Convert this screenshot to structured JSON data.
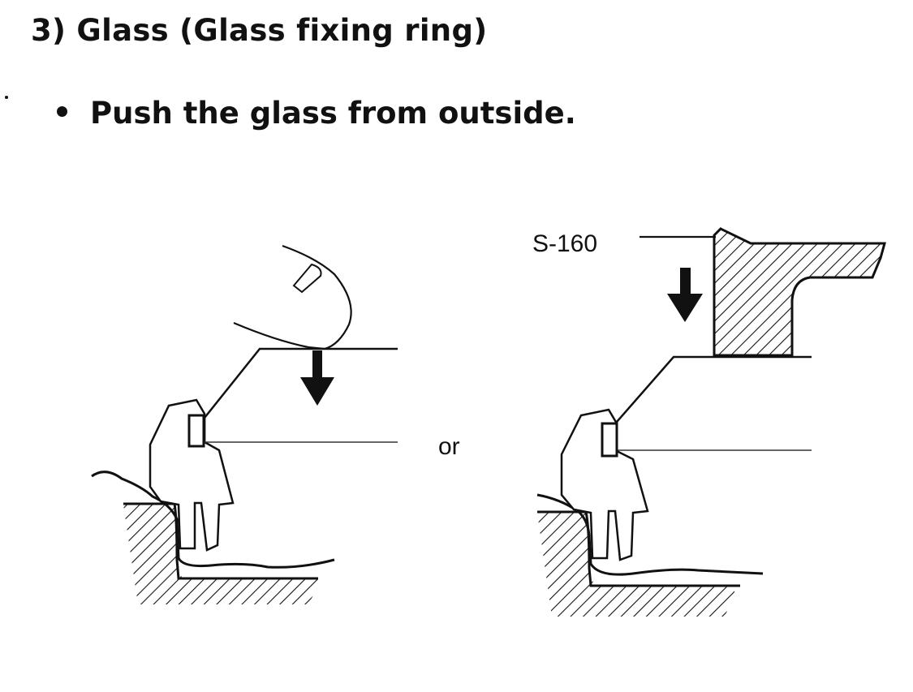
{
  "section": {
    "heading": "3) Glass (Glass fixing ring)",
    "instruction": "Push the glass from outside."
  },
  "figure": {
    "connector_word": "or",
    "tool_label": "S-160"
  }
}
